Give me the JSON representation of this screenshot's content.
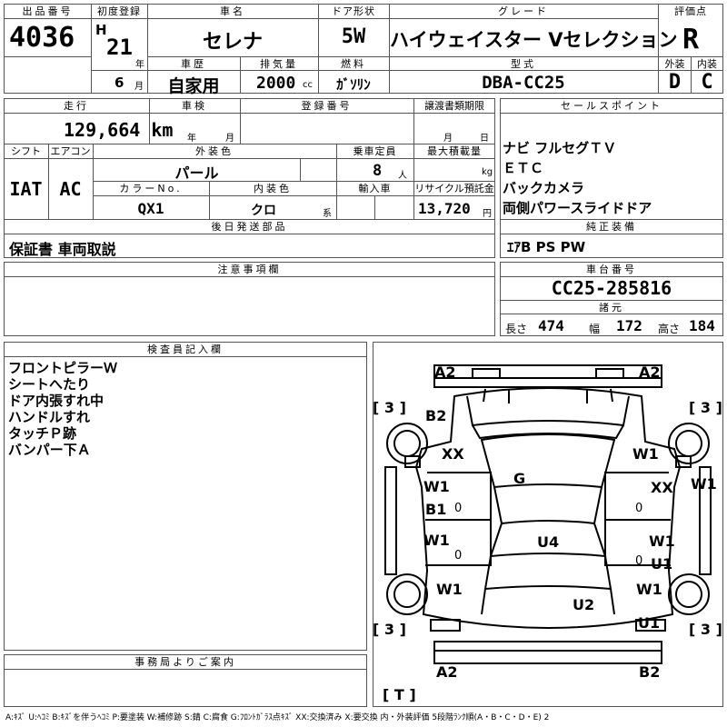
{
  "header_labels": {
    "lot_no": "出品番号",
    "first_reg": "初度登録",
    "car_name": "車名",
    "door": "ドア形状",
    "grade": "グレード",
    "score": "評価点",
    "history": "車歴",
    "displacement": "排気量",
    "fuel": "燃料",
    "model_code": "型式",
    "exterior": "外装",
    "interior": "内装",
    "mileage": "走行",
    "inspection": "車検",
    "reg_no": "登録番号",
    "transfer_deadline": "譲渡書類期限",
    "sales_points": "セールスポイント",
    "shift": "シフト",
    "aircon": "エアコン",
    "ext_color": "外装色",
    "capacity": "乗車定員",
    "max_load": "最大積載量",
    "color_no": "カラーNo.",
    "int_color": "内装色",
    "import": "輸入車",
    "recycle": "リサイクル預託金",
    "later_parts": "後日発送部品",
    "genuine_equip": "純正装備",
    "notes": "注意事項欄",
    "chassis_no": "車台番号",
    "dimensions": "諸元",
    "inspector": "検査員記入欄",
    "office": "事務局よりご案内"
  },
  "vehicle": {
    "lot_no": "4036",
    "era": "H",
    "year": "21",
    "year_unit": "年",
    "month": "6",
    "month_unit": "月",
    "car_name": "セレナ",
    "door": "5W",
    "grade": "ハイウェイスター Vセレクション",
    "score": "R",
    "history": "自家用",
    "displacement": "2000",
    "displacement_unit": "cc",
    "fuel": "ｶﾞｿﾘﾝ",
    "model_code": "DBA-CC25",
    "exterior_grade": "D",
    "interior_grade": "C",
    "mileage": "129,664 km",
    "insp_year_unit": "年",
    "insp_month_unit": "月",
    "transfer_month_unit": "月",
    "transfer_day_unit": "日",
    "shift": "IAT",
    "aircon": "AC",
    "ext_color": "パール",
    "capacity": "8",
    "capacity_unit": "人",
    "max_load_unit": "kg",
    "color_no": "QX1",
    "int_color": "クロ",
    "int_color_unit": "系",
    "recycle": "13,720",
    "recycle_unit": "円",
    "later_parts": "保証書 車両取説",
    "genuine_equip": "ｴｱB PS PW",
    "chassis_no": "CC25-285816",
    "length_label": "長さ",
    "length": "474",
    "width_label": "幅",
    "width": "172",
    "height_label": "高さ",
    "height": "184"
  },
  "sales_points": [
    "ナビ フルセグＴＶ",
    "ＥＴＣ",
    "バックカメラ",
    "両側パワースライドドア"
  ],
  "inspector_notes": [
    "フロントピラーＷ",
    "シートへたり",
    "ドア内張すれ中",
    "ハンドルすれ",
    "タッチＰ跡",
    "バンパー下Ａ"
  ],
  "diagram": {
    "front_left": "A2",
    "front_right": "A2",
    "rear_left": "A2",
    "rear_right": "B2",
    "left_front_fender": "B2",
    "left_front_fender_2": "XX",
    "right_front_fender": "W1",
    "roof": "G",
    "left_front_door_1": "W1",
    "left_front_door_2": "B1",
    "left_front_door_3": "0",
    "right_front_door_1": "XX",
    "right_front_door_2": "0",
    "right_side": "W1",
    "left_rear_door": "W1",
    "left_rear_door_2": "0",
    "floor": "U4",
    "right_rear_door_1": "W1",
    "right_rear_door_2": "0",
    "right_rear_door_3": "U1",
    "left_quarter": "W1",
    "right_quarter": "W1",
    "rear_floor": "U2",
    "right_rear": "U1",
    "tire_fl": "[ 3 ]",
    "tire_fr": "[ 3 ]",
    "tire_rl": "[ 3 ]",
    "tire_rr": "[ 3 ]",
    "spare": "[ T ]"
  },
  "legend": "A:ｷｽﾞ U:ﾍｺﾐ B:ｷｽﾞを伴うﾍｺﾐ P:要塗装 W:補修跡 S:錆 C:腐食 G:ﾌﾛﾝﾄｶﾞﾗｽ点ｷｽﾞ XX:交換済み X:要交換 内・外装評価 5段階ﾗﾝｸ順(A・B・C・D・E) 2"
}
